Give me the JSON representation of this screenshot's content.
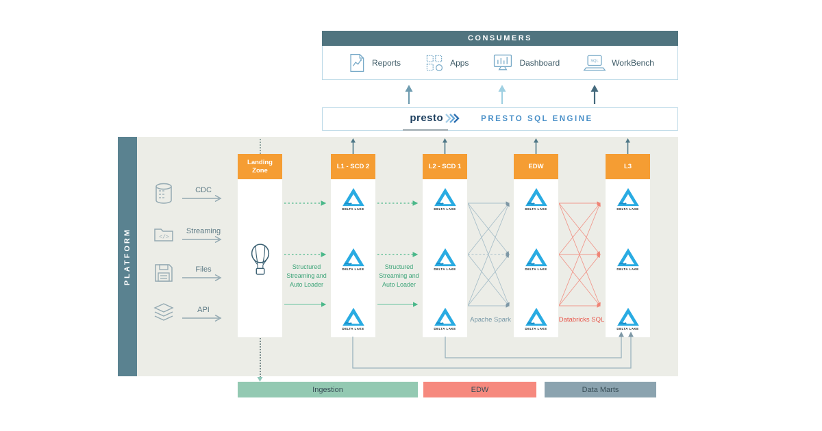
{
  "consumers": {
    "title": "CONSUMERS",
    "items": [
      {
        "label": "Reports",
        "icon": "reports-icon"
      },
      {
        "label": "Apps",
        "icon": "apps-icon"
      },
      {
        "label": "Dashboard",
        "icon": "dashboard-icon"
      },
      {
        "label": "WorkBench",
        "icon": "workbench-icon",
        "icon_text": "SQL"
      }
    ]
  },
  "presto": {
    "logo_text": "presto",
    "engine_label": "PRESTO SQL ENGINE"
  },
  "platform": {
    "label": "PLATFORM",
    "sources": [
      {
        "label": "CDC",
        "icon": "database-icon"
      },
      {
        "label": "Streaming",
        "icon": "folder-code-icon",
        "icon_text": "</>"
      },
      {
        "label": "Files",
        "icon": "floppy-icon"
      },
      {
        "label": "API",
        "icon": "layers-icon"
      }
    ],
    "columns": [
      {
        "header": "Landing Zone"
      },
      {
        "header": "L1 - SCD 2"
      },
      {
        "header": "L2 - SCD 1"
      },
      {
        "header": "EDW"
      },
      {
        "header": "L3"
      }
    ],
    "delta_label": "DELTA LAKE",
    "flows": {
      "auto_loader": "Structured Streaming and Auto Loader",
      "apache_spark": "Apache Spark",
      "databricks_sql": "Databricks SQL"
    }
  },
  "legend": {
    "items": [
      {
        "label": "Ingestion",
        "color": "#93c9b2"
      },
      {
        "label": "EDW",
        "color": "#f6897e"
      },
      {
        "label": "Data Marts",
        "color": "#8ba3af"
      }
    ]
  },
  "colors": {
    "consumers_header": "#50747f",
    "platform_sidebar": "#5a8290",
    "canvas": "#ecede7",
    "orange_header": "#f59d33",
    "delta_blue": "#29abe2",
    "green_flow": "#3aa377",
    "gray_mesh": "#a9bfc9",
    "red_mesh": "#f0897c",
    "light_border": "#b9d8e6"
  }
}
